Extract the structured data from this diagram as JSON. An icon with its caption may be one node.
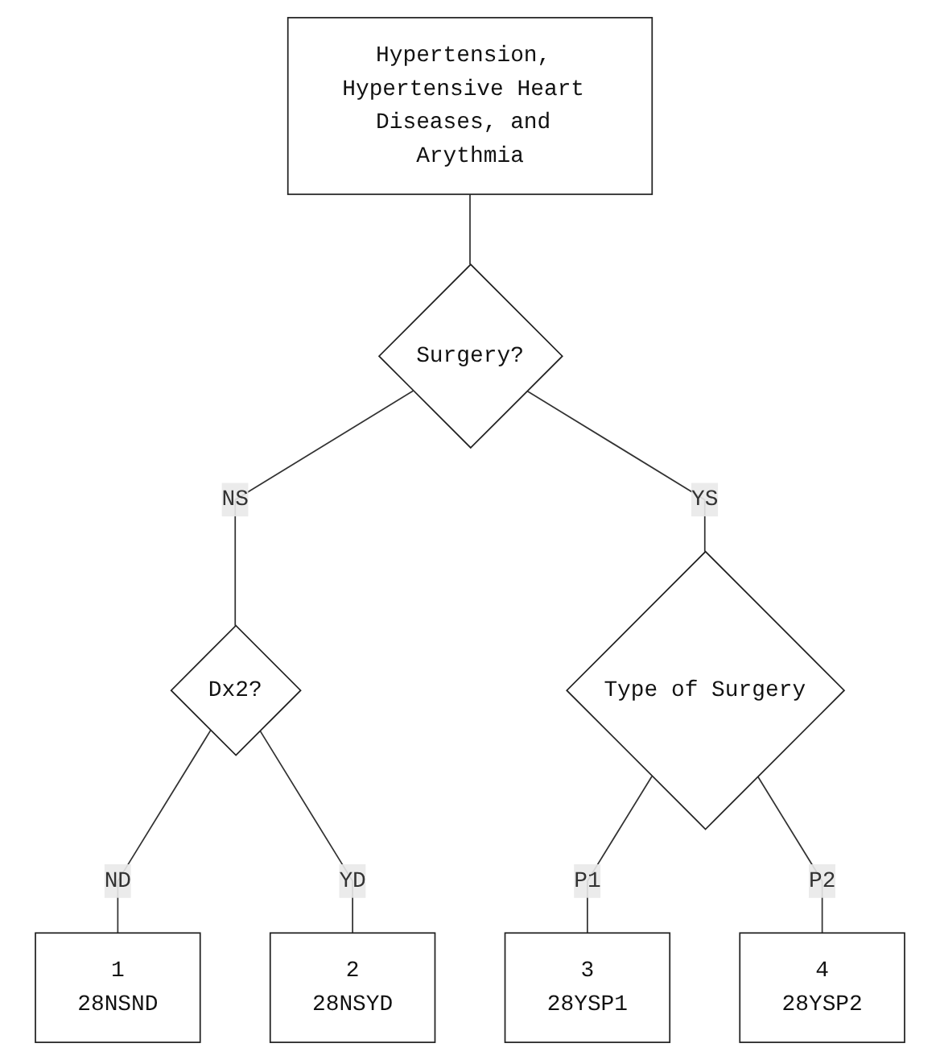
{
  "diagram": {
    "nodes": [
      {
        "text": [
          "Hypertension, Hypertensive Heart Diseases, and Arythmia"
        ]
      },
      {
        "text": [
          "Surgery?"
        ]
      },
      {
        "text": [
          "Dx2?"
        ]
      },
      {
        "text": [
          "Type of Surgery"
        ]
      },
      {
        "text": [
          "1",
          "28NSND"
        ]
      },
      {
        "text": [
          "2",
          "28NSYD"
        ]
      },
      {
        "text": [
          "3",
          "28YSP1"
        ]
      },
      {
        "text": [
          "4",
          "28YSP2"
        ]
      }
    ],
    "edges": [
      {
        "from": 0,
        "to": 1,
        "arrow": "none"
      },
      {
        "from": 1,
        "to": 2,
        "arrow": "none",
        "label": "NS"
      },
      {
        "from": 1,
        "to": 3,
        "arrow": "none",
        "label": "YS"
      },
      {
        "from": 2,
        "to": 4,
        "arrow": "none",
        "label": "ND"
      },
      {
        "from": 2,
        "to": 5,
        "arrow": "none",
        "label": "YD"
      },
      {
        "from": 3,
        "to": 6,
        "arrow": "none",
        "label": "P1"
      },
      {
        "from": 3,
        "to": 7,
        "arrow": "none",
        "label": "P2"
      }
    ]
  }
}
